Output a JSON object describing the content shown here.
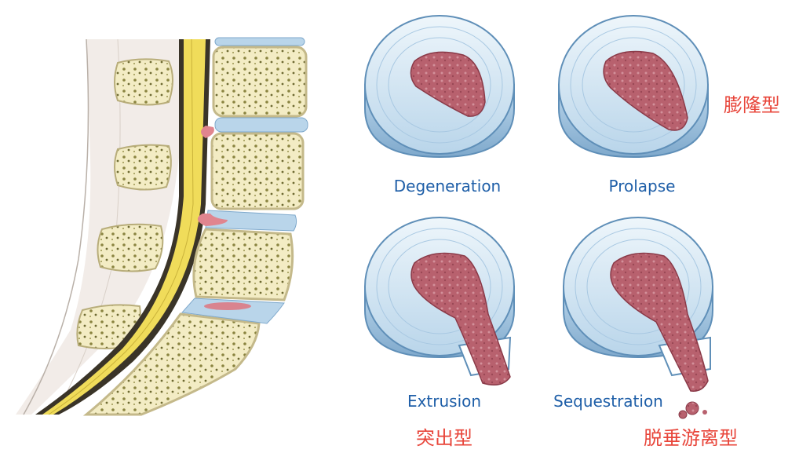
{
  "figure": {
    "spine_panel": {},
    "stages": [
      {
        "id": "degeneration",
        "label_en": "Degeneration",
        "label_cn": ""
      },
      {
        "id": "prolapse",
        "label_en": "Prolapse",
        "label_cn": "膨隆型"
      },
      {
        "id": "extrusion",
        "label_en": "Extrusion",
        "label_cn": "突出型"
      },
      {
        "id": "sequestration",
        "label_en": "Sequestration",
        "label_cn": "脱垂游离型"
      }
    ]
  },
  "colors": {
    "disc_outer": "#cfe3f1",
    "disc_edge": "#5f8fb8",
    "nucleus": "#b8616e",
    "bone": "#f3ecc4",
    "cord": "#f0dc5a",
    "label_en": "#1f5fa8",
    "label_cn": "#e8453a"
  }
}
